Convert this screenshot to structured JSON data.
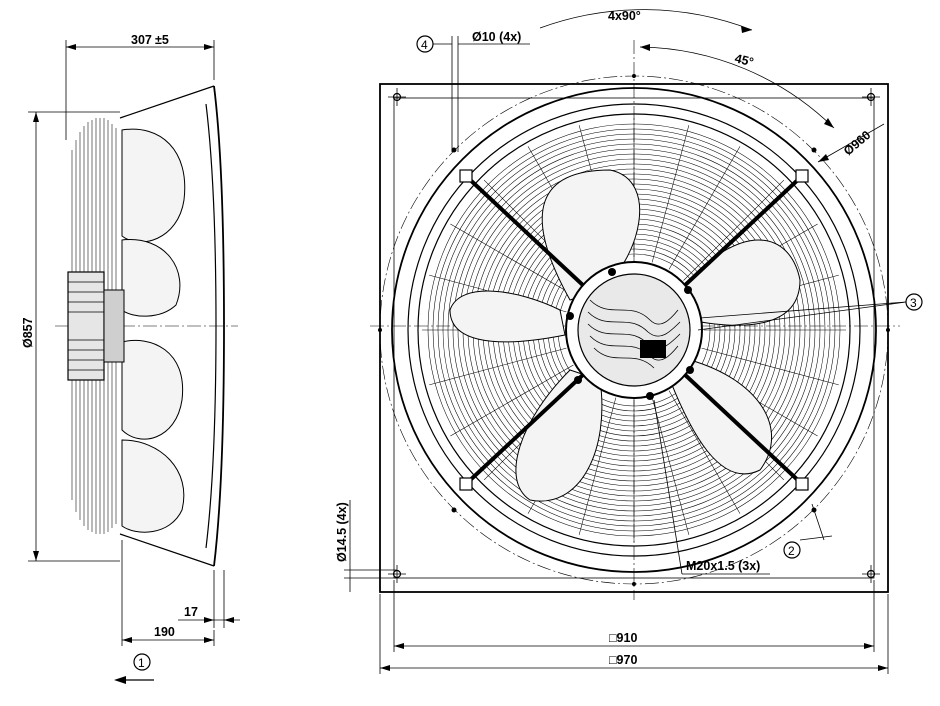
{
  "side_view": {
    "dim_depth": "307",
    "dim_depth_tol": "±5",
    "dim_diameter": "Ø857",
    "dim_flange": "17",
    "dim_mount": "190",
    "marker_airflow": "1"
  },
  "front_view": {
    "dim_angle_total": "4x90°",
    "dim_angle_half": "45°",
    "dim_bolt_circle": "Ø960",
    "dim_hole": "Ø10 (4x)",
    "dim_corner_hole": "Ø14.5 (4x)",
    "dim_thread": "M20x1.5 (3x)",
    "dim_inner_square": "□910",
    "dim_outer_square": "□970",
    "marker_2": "2",
    "marker_3": "3",
    "marker_4": "4"
  }
}
